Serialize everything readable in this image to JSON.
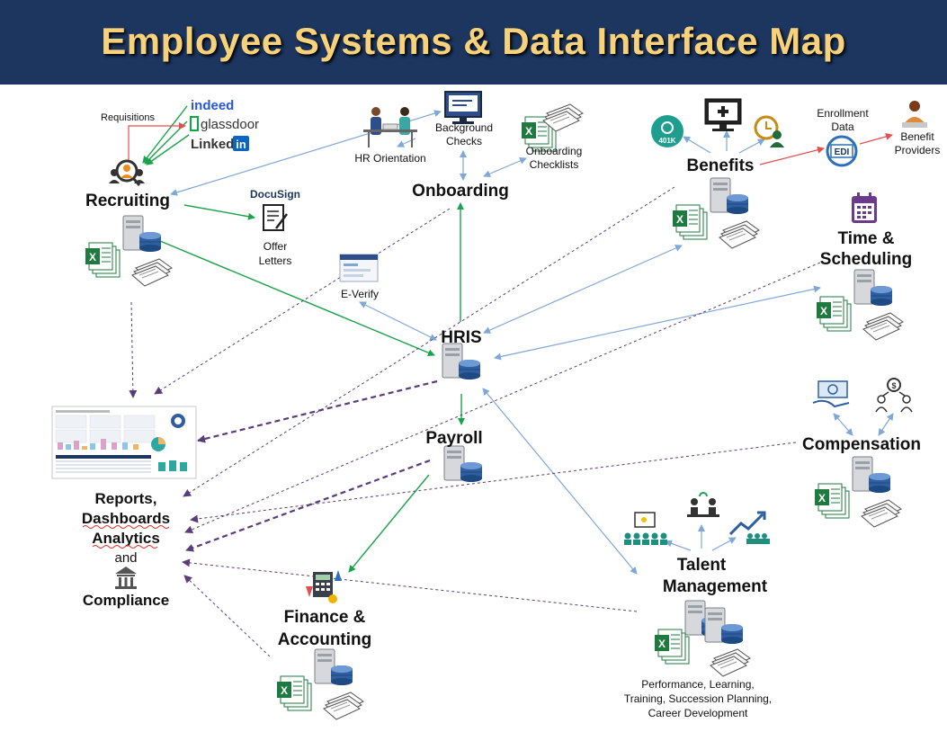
{
  "title": "Employee Systems & Data Interface Map",
  "colors": {
    "header_bg": "#1c3660",
    "title": "#f7d27a",
    "green": "#1aa34a",
    "blue": "#7fa7d8",
    "purple": "#5b3c7a",
    "red": "#e0504f"
  },
  "nodes": {
    "recruiting": "Recruiting",
    "onboarding": "Onboarding",
    "benefits": "Benefits",
    "time_line1": "Time &",
    "time_line2": "Scheduling",
    "hris": "HRIS",
    "payroll": "Payroll",
    "compensation": "Compensation",
    "talent_line1": "Talent",
    "talent_line2": "Management",
    "finance_line1": "Finance &",
    "finance_line2": "Accounting",
    "reports_line1": "Reports,",
    "reports_line2": "Dashboards",
    "reports_line3": "Analytics",
    "reports_line4": "and",
    "reports_line5": "Compliance"
  },
  "labels": {
    "requisitions": "Requisitions",
    "indeed": "indeed",
    "glassdoor": "glassdoor",
    "linkedin": "Linked",
    "linkedin_in": "in",
    "docusign": "DocuSign",
    "offer_line1": "Offer",
    "offer_line2": "Letters",
    "hr_orientation": "HR Orientation",
    "bg_line1": "Background",
    "bg_line2": "Checks",
    "onb_check_line1": "Onboarding",
    "onb_check_line2": "Checklists",
    "everify": "E-Verify",
    "enroll_line1": "Enrollment",
    "enroll_line2": "Data",
    "edi": "EDI",
    "k401": "401K",
    "provider_line1": "Benefit",
    "provider_line2": "Providers",
    "talent_desc_line1": "Performance, Learning,",
    "talent_desc_line2": "Training, Succession Planning,",
    "talent_desc_line3": "Career Development"
  }
}
